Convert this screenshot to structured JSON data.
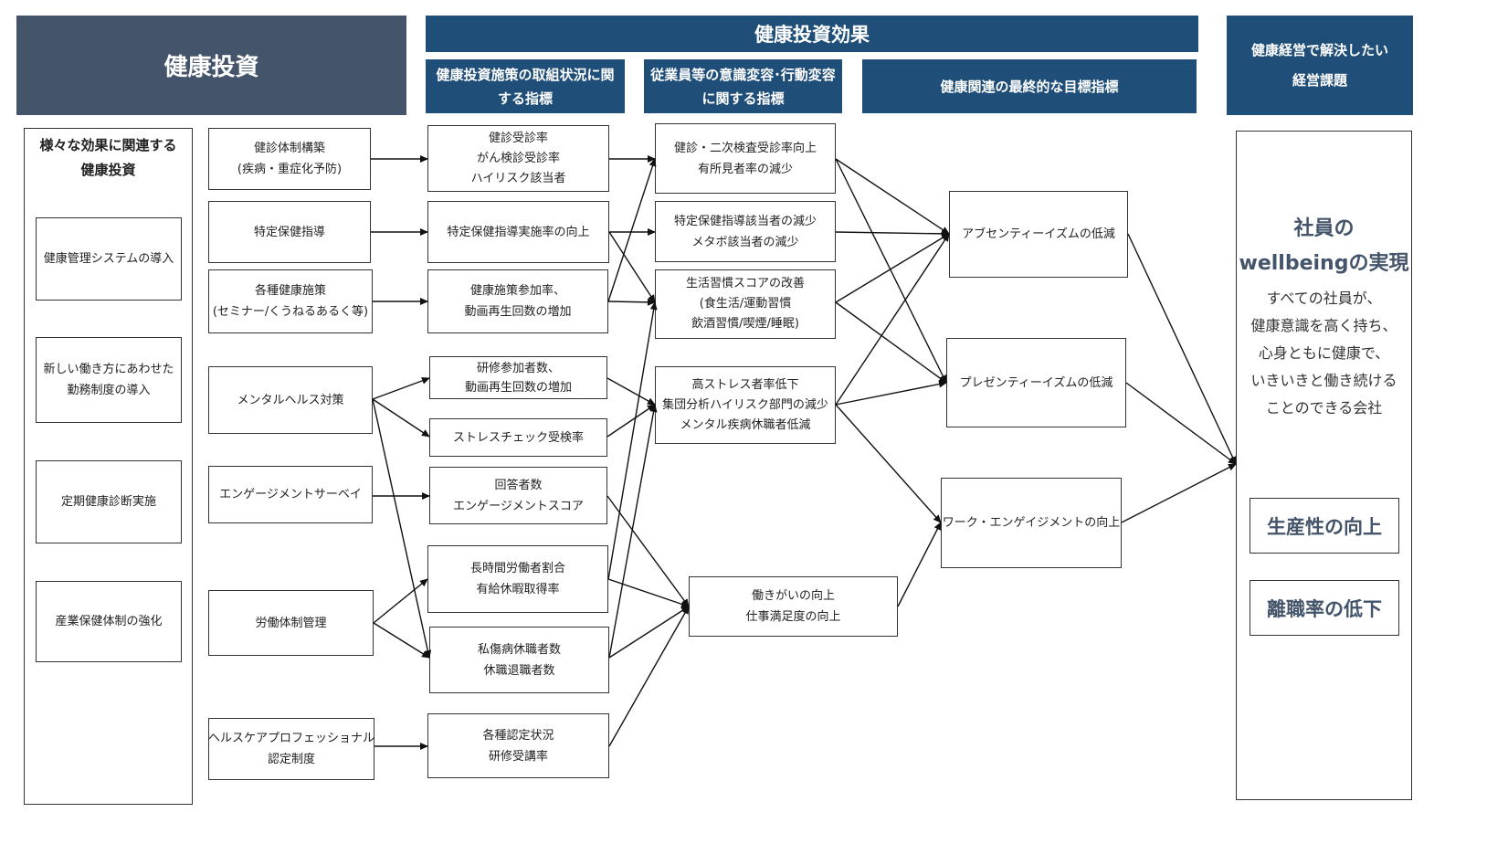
{
  "headers": {
    "investment": "健康投資",
    "effects": "健康投資効果",
    "effect_col1": "健康投資施策の取組状況に関する指標",
    "effect_col2": "従業員等の意識変容･行動変容に関する指標",
    "effect_col3": "健康関連の最終的な目標指標",
    "issues": [
      "健康経営で解決したい",
      "経営課題"
    ]
  },
  "left_panel": {
    "title": [
      "様々な効果に関連する",
      "健康投資"
    ],
    "items": [
      "健康管理システムの導入",
      [
        "新しい働き方にあわせた",
        "勤務制度の導入"
      ],
      "定期健康診断実施",
      "産業保健体制の強化"
    ]
  },
  "measures": [
    [
      "健診体制構築",
      "(疾病・重症化予防)"
    ],
    [
      "特定保健指導"
    ],
    [
      "各種健康施策",
      "(セミナー/くうねるあるく等)"
    ],
    [
      "メンタルヘルス対策"
    ],
    [
      "エンゲージメントサーベイ"
    ],
    [
      "労働体制管理"
    ],
    [
      "ヘルスケアプロフェッショナル",
      "認定制度"
    ]
  ],
  "indicators": [
    [
      "健診受診率",
      "がん検診受診率",
      "ハイリスク該当者"
    ],
    [
      "特定保健指導実施率の向上"
    ],
    [
      "健康施策参加率、",
      "動画再生回数の増加"
    ],
    [
      "研修参加者数、",
      "動画再生回数の増加"
    ],
    [
      "ストレスチェック受検率"
    ],
    [
      "回答者数",
      "エンゲージメントスコア"
    ],
    [
      "長時間労働者割合",
      "有給休暇取得率"
    ],
    [
      "私傷病休職者数",
      "休職退職者数"
    ],
    [
      "各種認定状況",
      "研修受講率"
    ]
  ],
  "behaviors": [
    [
      "健診・二次検査受診率向上",
      "有所見者率の減少"
    ],
    [
      "特定保健指導該当者の減少",
      "メタボ該当者の減少"
    ],
    [
      "生活習慣スコアの改善",
      "(食生活/運動習慣",
      "飲酒習慣/喫煙/睡眠)"
    ],
    [
      "高ストレス者率低下",
      "集団分析ハイリスク部門の減少",
      "メンタル疾病休職者低減"
    ],
    [
      "働きがいの向上",
      "仕事満足度の向上"
    ]
  ],
  "outcomes": [
    [
      "アブセンティーイズムの低減"
    ],
    [
      "プレゼンティーイズムの低減"
    ],
    [
      "ワーク・エンゲイジメントの向上"
    ]
  ],
  "right_panel": {
    "title": [
      "社員の",
      "wellbeingの実現"
    ],
    "mission": [
      "すべての社員が、",
      "健康意識を高く持ち、",
      "心身ともに健康で、",
      "いきいきと働き続ける",
      "ことのできる会社"
    ],
    "goals": [
      "生産性の向上",
      "離職率の低下"
    ]
  },
  "colors": {
    "header_dark": "#44546a",
    "header_blue": "#1f4e79",
    "goal_text": "#44546a"
  }
}
